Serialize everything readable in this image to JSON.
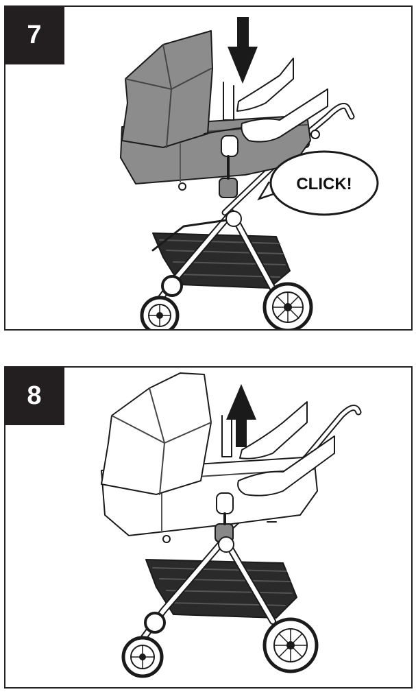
{
  "steps": [
    {
      "number": "7",
      "callout": "CLICK!",
      "arrow_direction": "down"
    },
    {
      "number": "8",
      "arrow_direction": "up"
    }
  ],
  "colors": {
    "outline": "#1a1a1a",
    "bassinet_fill": "#8c8c8c",
    "bassinet_shade": "#6e6e6e",
    "basket_fill": "#2a2a2a",
    "frame_fill": "#ffffff",
    "badge_bg": "#231f20"
  }
}
